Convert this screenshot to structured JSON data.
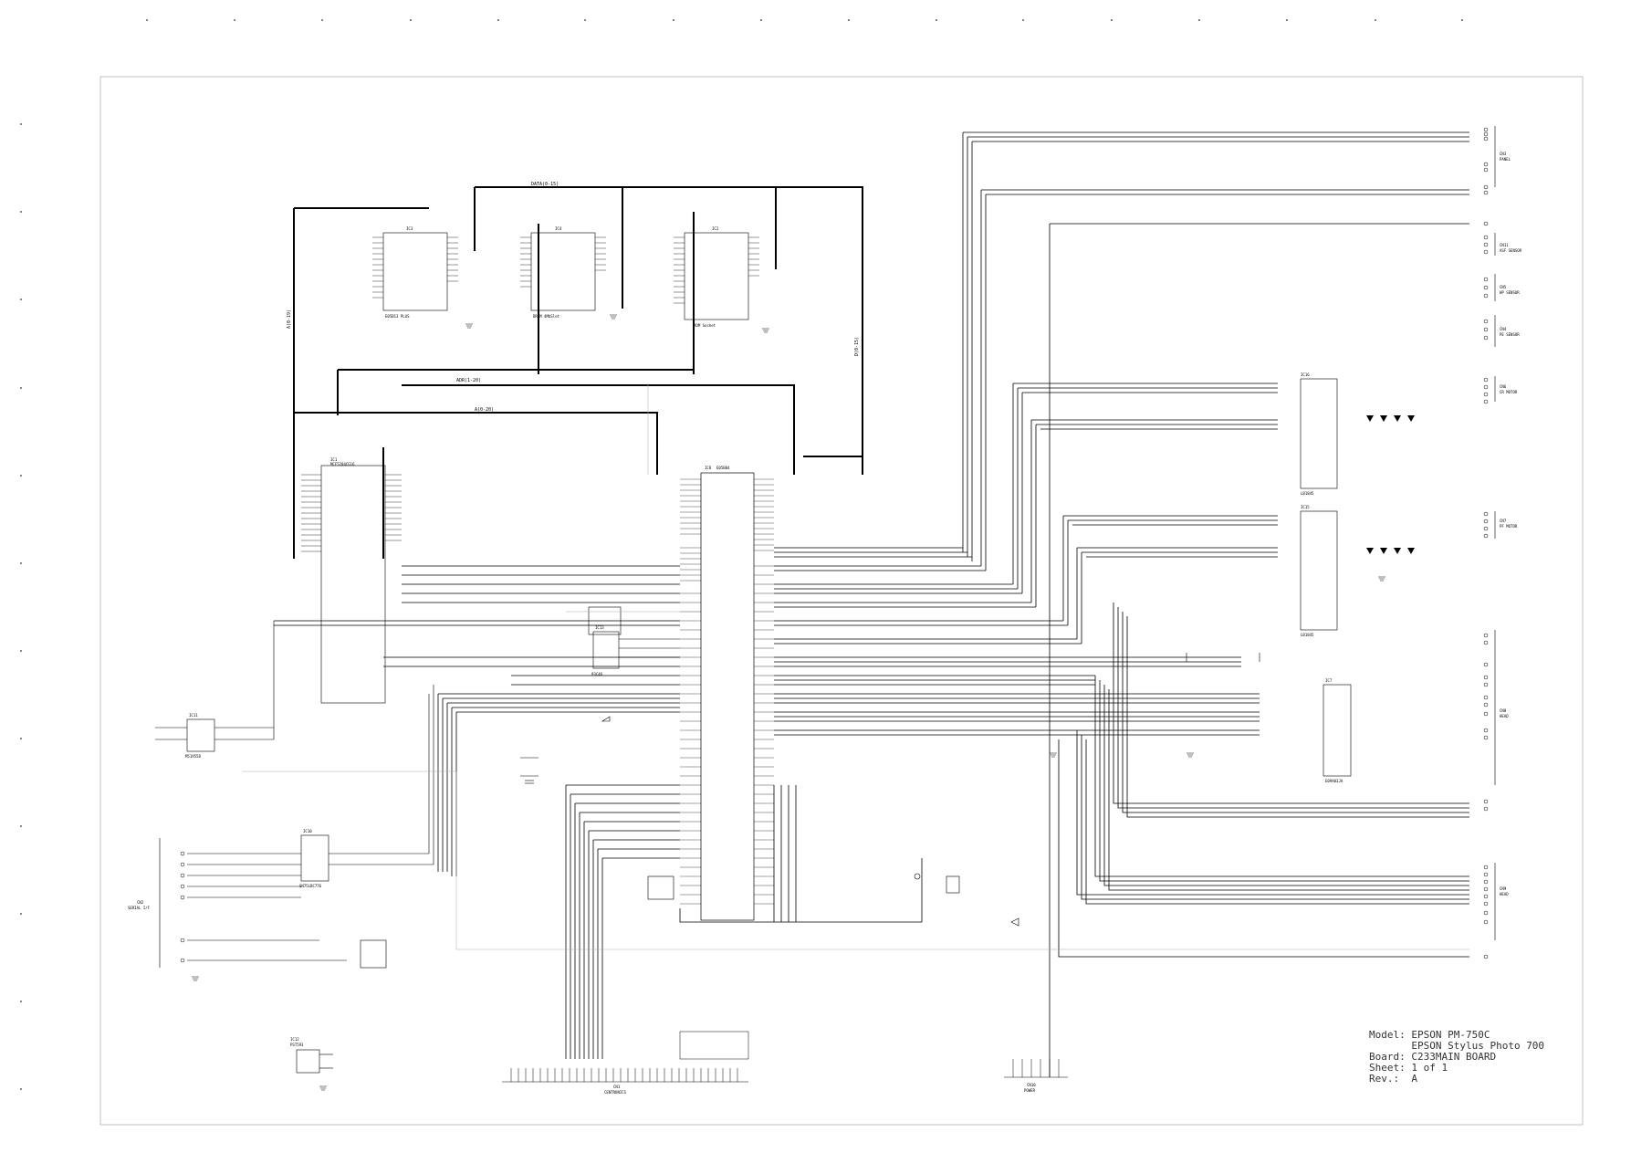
{
  "title_block": {
    "model_label": "Model:",
    "model_value": "EPSON PM-750C",
    "model_value_2": "EPSON Stylus Photo 700",
    "board_label": "Board:",
    "board_value": "C233MAIN BOARD",
    "sheet_label": "Sheet:",
    "sheet_value": "1 of 1",
    "rev_label": "Rev.:",
    "rev_value": "A"
  },
  "buses": {
    "top_bus": "DATA(0-15)",
    "mid_bus": "ADR(1-20)",
    "a_bus": "A(0-20)",
    "cpu_bus": "A(0-19)",
    "d_bus": "D(0-15)"
  },
  "chips": {
    "rom": "IC3",
    "rom_type": "E05B13 PLUS",
    "dram1": "IC4",
    "dram1_type": "DRAM 4MbSlot",
    "dram2": "IC2",
    "dram2_type": "ROM Socket",
    "cpu": "IC1",
    "cpu_type": "MCF5204CG16",
    "asic": "IC8",
    "asic_type": "E05B04",
    "driver1": "IC16",
    "driver1_type": "LB1845",
    "driver2": "IC15",
    "driver2_type": "LB1845",
    "eeprom": "IC13",
    "eeprom_type": "93C46",
    "head_drv": "IC7",
    "head_drv_type": "E09A03JA",
    "if_chip": "IC10",
    "if_chip_type": "SN75LBC776",
    "reset_ic": "IC11",
    "reset_type": "M51955B",
    "regulator": "IC12",
    "regulator_type": "PST593"
  },
  "connectors": {
    "cn3": "CN3",
    "cn3_label": "PANEL",
    "cn11": "CN11",
    "cn11_label": "ASF SENSOR",
    "cn5": "CN5",
    "cn5_label": "HP SENSOR",
    "cn4": "CN4",
    "cn4_label": "PE SENSOR",
    "cn6": "CN6",
    "cn6_label": "CR MOTOR",
    "cn7": "CN7",
    "cn7_label": "PF MOTOR",
    "cn8": "CN8",
    "cn8_label": "HEAD",
    "cn9": "CN9",
    "cn9_label": "HEAD",
    "cn2": "CN2",
    "cn2_label": "SERIAL I/F",
    "cn1": "CN1",
    "cn1_label": "CENTRONICS",
    "cn10": "CN10",
    "cn10_label": "POWER"
  }
}
